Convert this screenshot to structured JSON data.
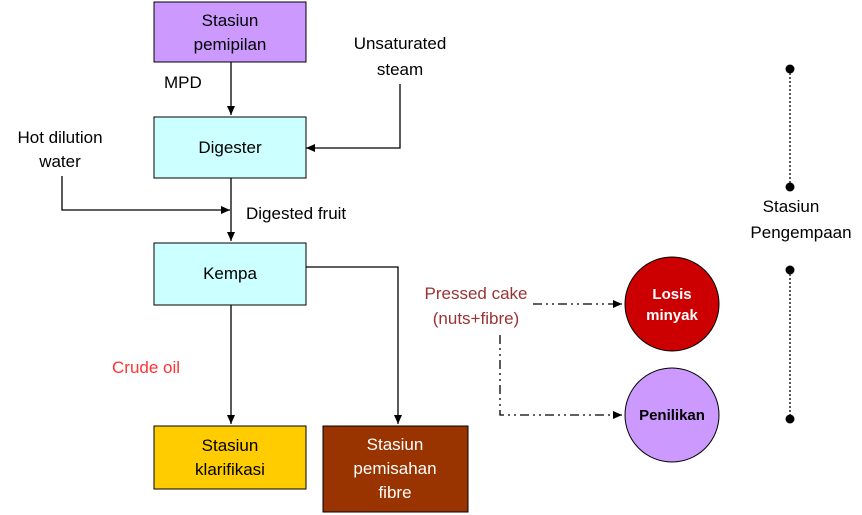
{
  "nodes": {
    "stasiun_pemipilan": [
      "Stasiun",
      "pemipilan"
    ],
    "digester": "Digester",
    "kempa": "Kempa",
    "stasiun_klarifikasi": [
      "Stasiun",
      "klarifikasi"
    ],
    "stasiun_pemisahan_fibre": [
      "Stasiun",
      "pemisahan",
      "fibre"
    ],
    "losis_minyak": [
      "Losis",
      "minyak"
    ],
    "penilikan": "Penilikan"
  },
  "labels": {
    "mpd": "MPD",
    "unsaturated_steam": [
      "Unsaturated",
      "steam"
    ],
    "hot_dilution_water": [
      "Hot dilution",
      "water"
    ],
    "digested_fruit": "Digested fruit",
    "crude_oil": "Crude oil",
    "pressed_cake": [
      "Pressed cake",
      "(nuts+fibre)"
    ],
    "stasiun_pengempaan": [
      "Stasiun",
      "Pengempaan"
    ]
  },
  "colors": {
    "pemipilan_fill": "#cc99ff",
    "cyan_fill": "#ccffff",
    "klarifikasi_fill": "#ffcc00",
    "fibre_fill": "#993300",
    "losis_fill": "#cc0000",
    "penilikan_fill": "#cc99ff",
    "crude_oil_text": "#ff3333",
    "pressed_cake_text": "#993333"
  }
}
